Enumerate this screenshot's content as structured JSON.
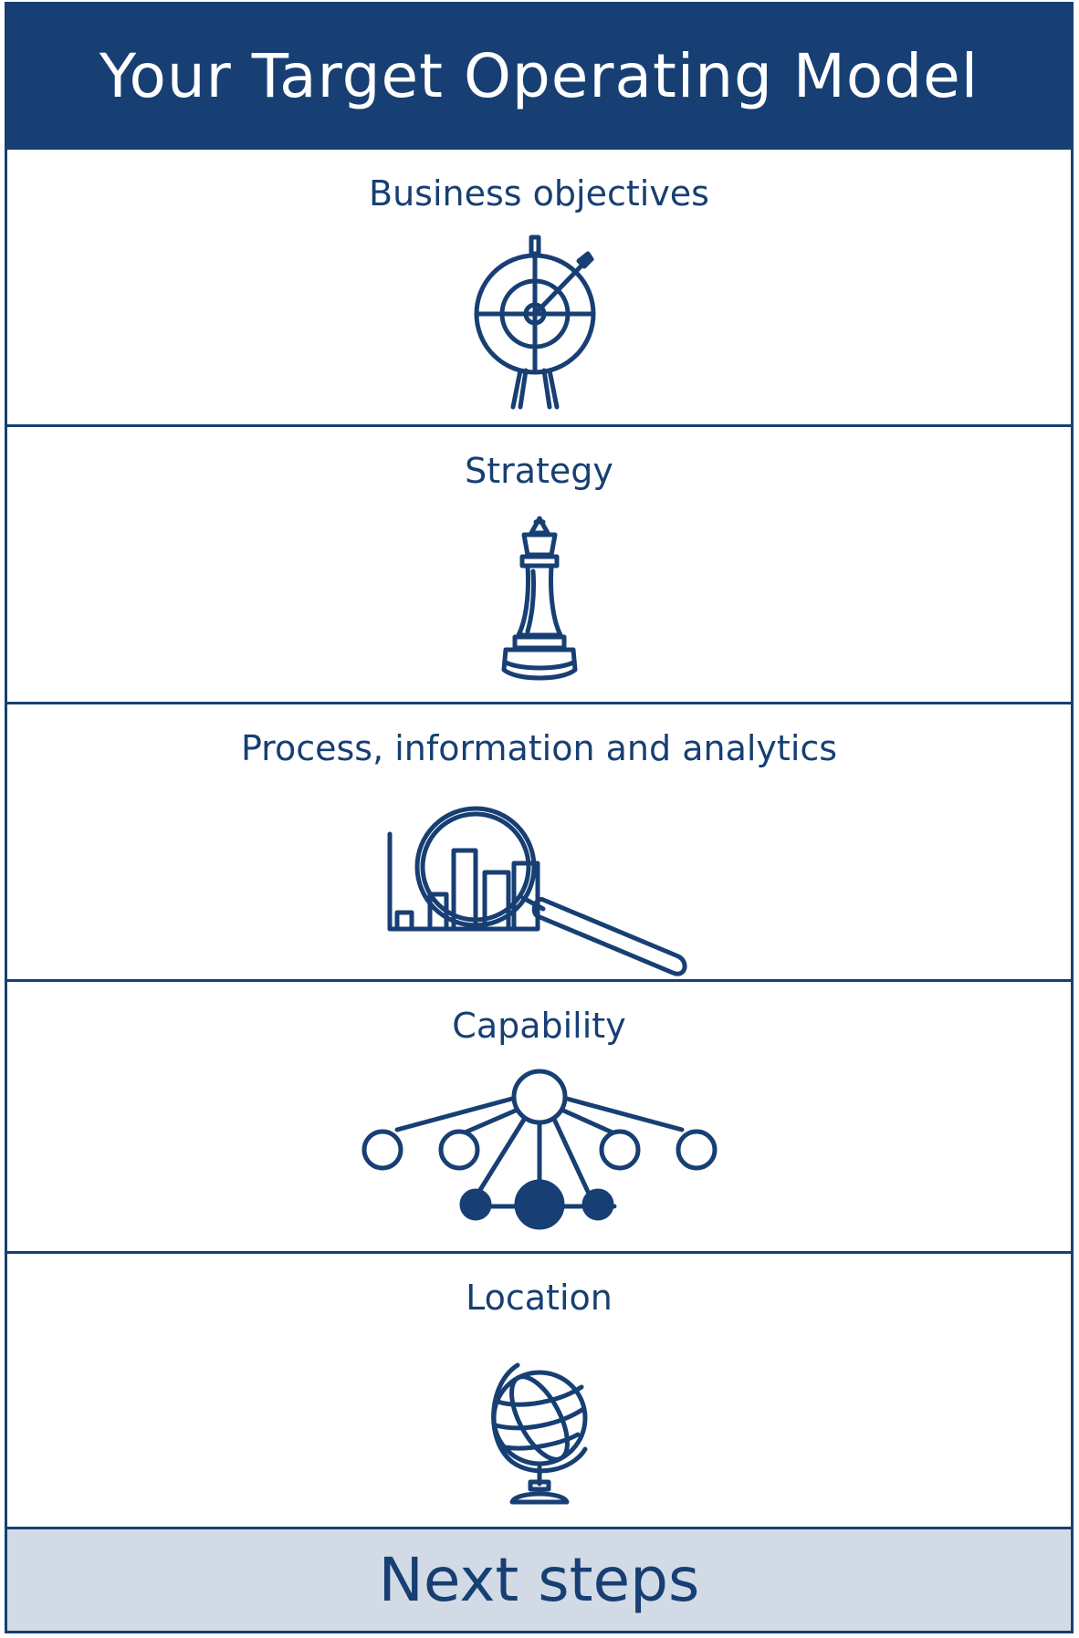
{
  "header": {
    "title": "Your Target Operating Model"
  },
  "sections": [
    {
      "label": "Business objectives",
      "icon": "target-icon"
    },
    {
      "label": "Strategy",
      "icon": "chess-king-icon"
    },
    {
      "label": "Process, information and analytics",
      "icon": "magnifier-chart-icon"
    },
    {
      "label": "Capability",
      "icon": "network-nodes-icon"
    },
    {
      "label": "Location",
      "icon": "globe-icon"
    }
  ],
  "footer": {
    "label": "Next steps"
  },
  "colors": {
    "primary": "#173f73",
    "footer_background": "#d2dbe5",
    "background": "#ffffff"
  }
}
